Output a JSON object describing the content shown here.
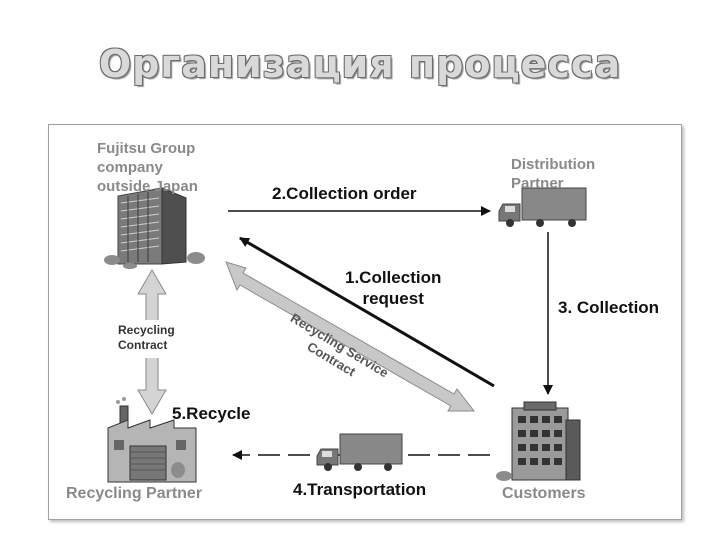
{
  "title": "Организация процесса",
  "nodes": {
    "fujitsu": {
      "label_lines": [
        "Fujitsu Group",
        "company",
        "outside Japan"
      ],
      "icon": "office-building-icon"
    },
    "distribution": {
      "label_lines": [
        "Distribution",
        "Partner"
      ],
      "icon": "truck-icon"
    },
    "customers": {
      "label": "Customers",
      "icon": "office-building-icon"
    },
    "recycling": {
      "label": "Recycling Partner",
      "icon": "factory-icon"
    }
  },
  "steps": {
    "s1": [
      "1.Collection",
      "request"
    ],
    "s2": "2.Collection order",
    "s3": "3. Collection",
    "s4": "4.Transportation",
    "s5": "5.Recycle"
  },
  "contracts": {
    "recycling": [
      "Recycling",
      "Contract"
    ],
    "service": [
      "Recycling Service",
      "Contract"
    ]
  },
  "colors": {
    "arrow": "#111111",
    "fat_arrow": "#c8c8c8",
    "label_gray": "#8a8a8a",
    "title": "#d9d9d9"
  }
}
